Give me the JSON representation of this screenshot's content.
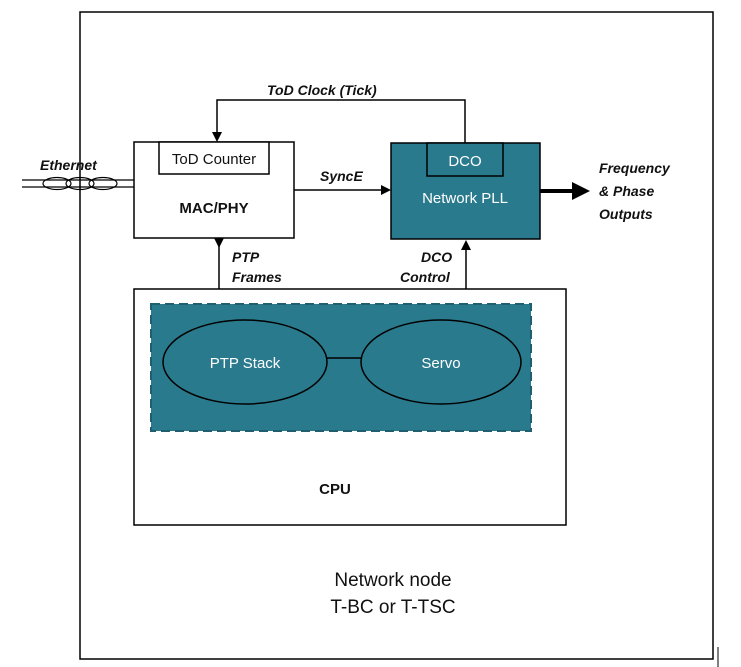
{
  "labels": {
    "tod_clock": "ToD Clock (Tick)",
    "ethernet": "Ethernet",
    "tod_counter": "ToD Counter",
    "mac_phy": "MAC/PHY",
    "synce": "SyncE",
    "dco": "DCO",
    "network_pll": "Network PLL",
    "freq_line1": "Frequency",
    "freq_line2": "& Phase",
    "freq_line3": "Outputs",
    "ptp_frames_line1": "PTP",
    "ptp_frames_line2": "Frames",
    "dco_control_line1": "DCO",
    "dco_control_line2": "Control",
    "ptp_stack": "PTP Stack",
    "servo": "Servo",
    "cpu": "CPU",
    "node_line1": "Network node",
    "node_line2": "T-BC or T-TSC"
  },
  "colors": {
    "teal_fill": "#2a7a8e",
    "teal_dark": "#1f5f6f",
    "border": "#000000",
    "text": "#111111"
  }
}
